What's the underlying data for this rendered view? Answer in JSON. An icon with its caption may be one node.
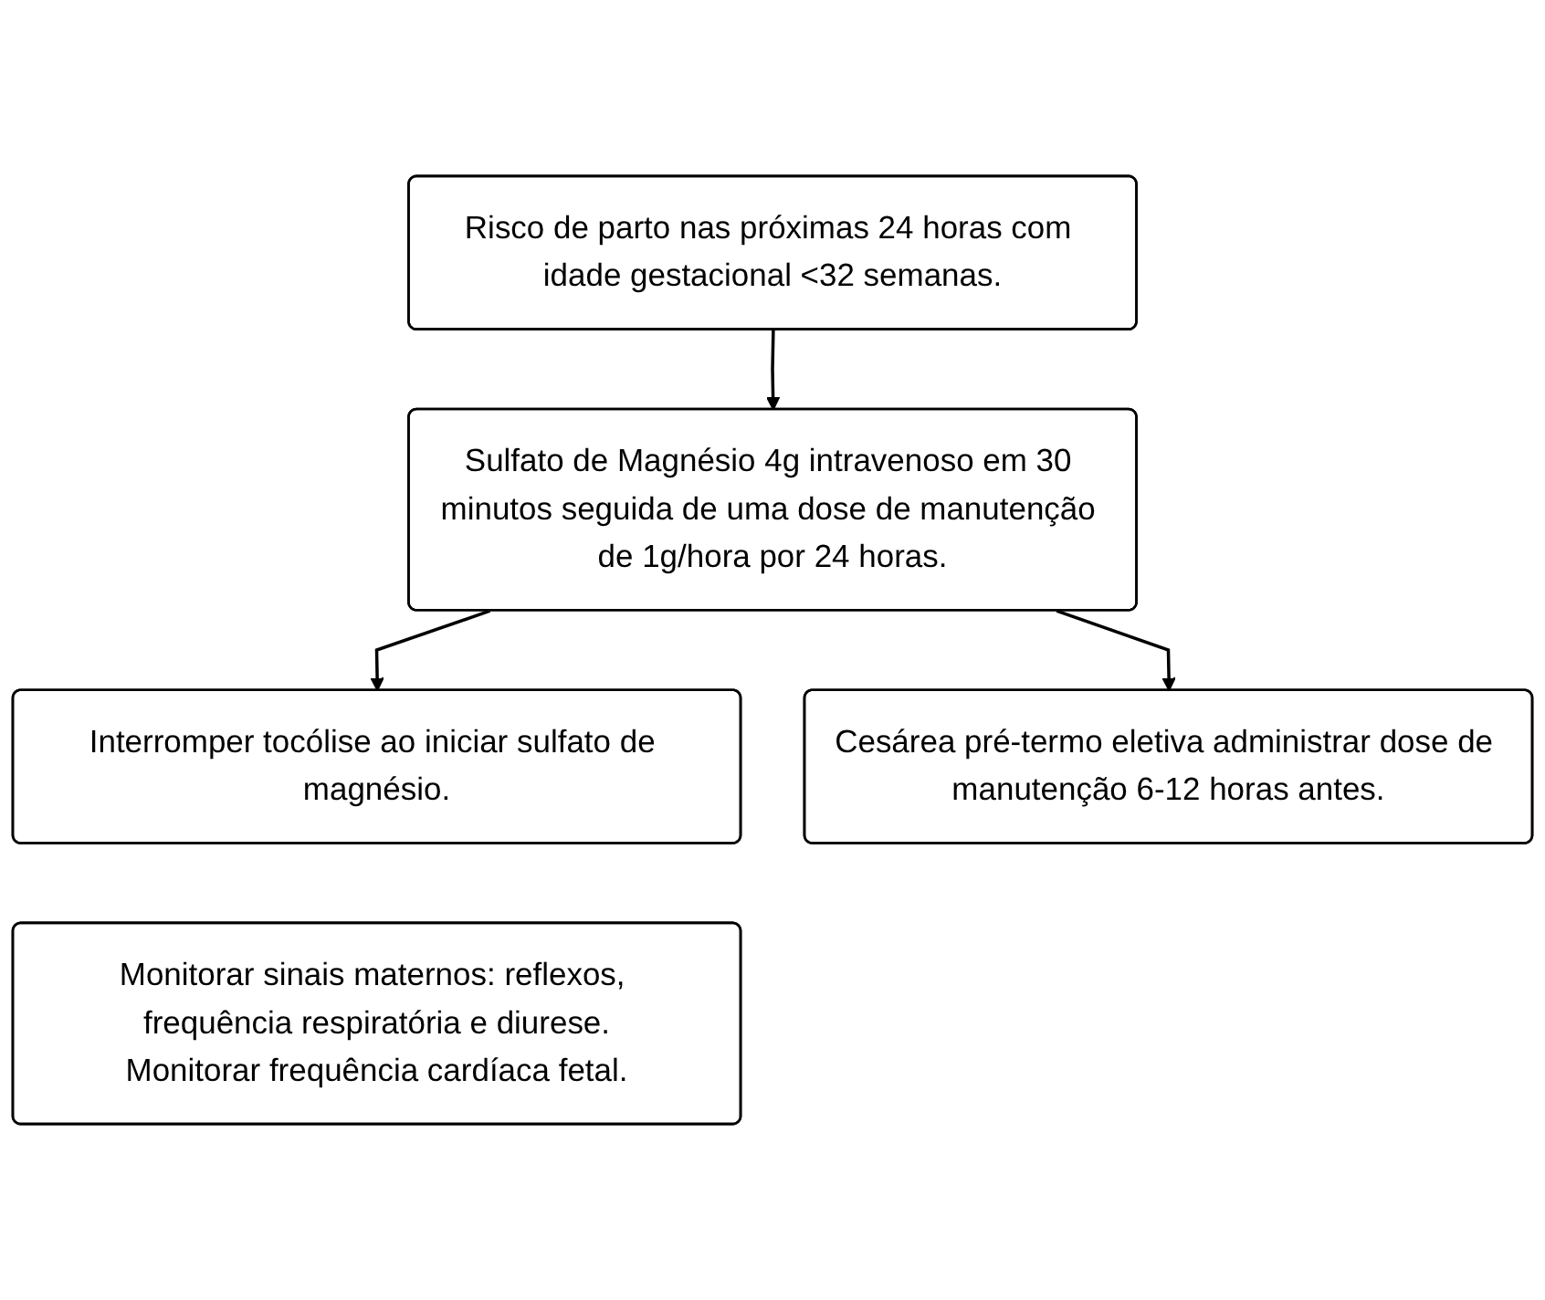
{
  "diagram": {
    "nodes": [
      {
        "text": [
          "Risco de parto nas próximas 24 horas com idade gestacional <32 semanas."
        ]
      },
      {
        "text": [
          "Sulfato de Magnésio 4g intravenoso em 30 minutos seguida de uma dose de manutenção de 1g/hora por 24 horas."
        ]
      },
      {
        "text": [
          "Interromper tocólise ao iniciar sulfato de magnésio."
        ]
      },
      {
        "text": [
          "Cesárea pré-termo eletiva administrar dose de manutenção 6-12 horas antes."
        ]
      },
      {
        "text": [
          "Monitorar sinais maternos: reflexos, frequência respiratória e diurese.",
          "Monitorar frequência cardíaca fetal."
        ]
      }
    ],
    "edges": [
      {
        "from": 0,
        "to": 1,
        "arrow": "to"
      },
      {
        "from": 1,
        "to": 2,
        "arrow": "to"
      },
      {
        "from": 1,
        "to": 3,
        "arrow": "to"
      }
    ]
  }
}
